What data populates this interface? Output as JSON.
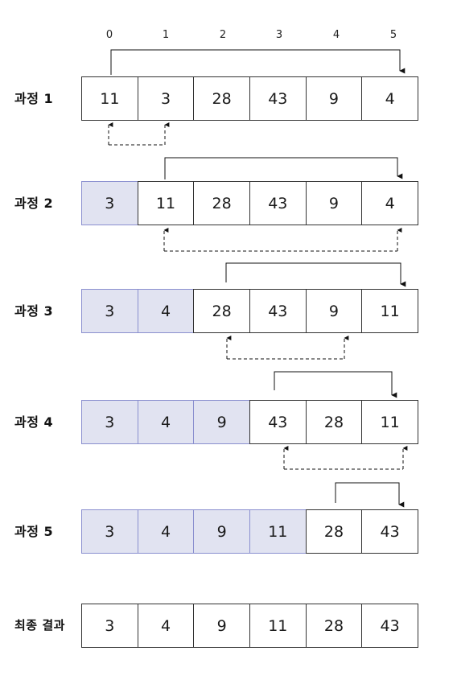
{
  "indices": [
    "0",
    "1",
    "2",
    "3",
    "4",
    "5"
  ],
  "steps": [
    {
      "label": "과정 1",
      "values": [
        "11",
        "3",
        "28",
        "43",
        "9",
        "4"
      ],
      "sorted_count": 0
    },
    {
      "label": "과정 2",
      "values": [
        "3",
        "11",
        "28",
        "43",
        "9",
        "4"
      ],
      "sorted_count": 1
    },
    {
      "label": "과정 3",
      "values": [
        "3",
        "4",
        "28",
        "43",
        "9",
        "11"
      ],
      "sorted_count": 2
    },
    {
      "label": "과정 4",
      "values": [
        "3",
        "4",
        "9",
        "43",
        "28",
        "11"
      ],
      "sorted_count": 3
    },
    {
      "label": "과정 5",
      "values": [
        "3",
        "4",
        "9",
        "11",
        "28",
        "43"
      ],
      "sorted_count": 4
    },
    {
      "label": "최종 결과",
      "values": [
        "3",
        "4",
        "9",
        "11",
        "28",
        "43"
      ],
      "sorted_count": 0
    }
  ],
  "colors": {
    "sorted_fill": "#e1e3f1",
    "sorted_border": "#8a8fcf",
    "border": "#333333"
  }
}
